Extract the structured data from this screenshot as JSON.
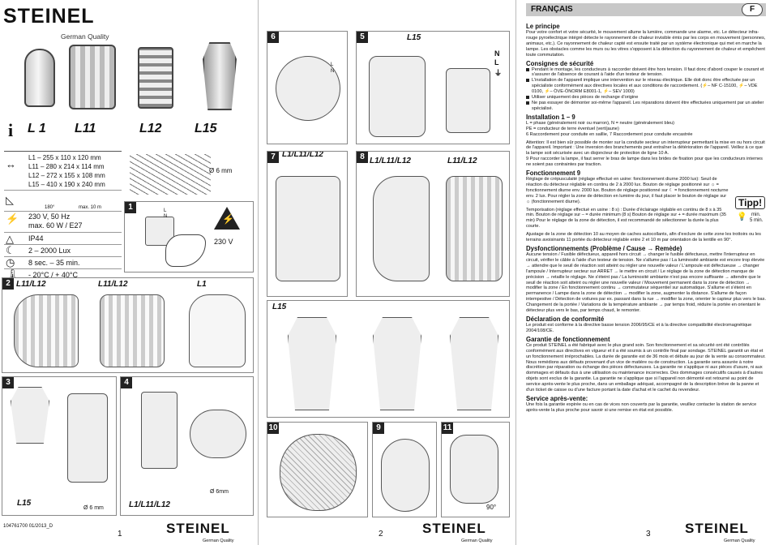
{
  "brand": {
    "name": "STEINEL",
    "tagline": "German Quality"
  },
  "page1": {
    "info_icon": "i",
    "models": [
      "L 1",
      "L11",
      "L12",
      "L15"
    ],
    "dimensions": [
      "L1 – 255 x 110 x 120 mm",
      "L11 – 280 x 214 x 114 mm",
      "L12 – 272 x 155 x 108 mm",
      "L15 – 410 x 190 x 240 mm"
    ],
    "angle": "180°",
    "range": "max. 10 m",
    "power": [
      "230 V, 50 Hz",
      "max. 60 W / E27"
    ],
    "ip": "IP44",
    "lux": "2 – 2000 Lux",
    "time": "8 sec. – 35 min.",
    "temp": "- 20°C / + 40°C",
    "drill": "Ø 6 mm",
    "voltage": "230 V",
    "step1_labels": [
      "L",
      "N"
    ],
    "step2_labels": [
      "L11/L12",
      "L11/L12",
      "L1"
    ],
    "step3_label": "L15",
    "step3_drill": "Ø 6 mm",
    "step4_label": "L1/L11/L12",
    "step4_drill": "Ø 6mm",
    "doc_code": "104761700  01/2013_D",
    "page_number": "1"
  },
  "page2": {
    "step6_sublabels": [
      "L",
      "N"
    ],
    "step5_label": "L15",
    "step5_wires": [
      "N",
      "L",
      "⏚"
    ],
    "step7_label": "L1/L11/L12",
    "step8_label_left": "L1/L11/L12",
    "step8_label_right": "L11/L12",
    "l15_label": "L15",
    "angle_90": "90°",
    "page_number": "2",
    "steps": [
      "1",
      "2",
      "3",
      "4",
      "5",
      "6",
      "7",
      "8",
      "9",
      "10",
      "11"
    ]
  },
  "page3": {
    "lang": "FRANÇAIS",
    "lang_code": "F",
    "tipp": "Tipp!",
    "tipp_values": [
      "min.",
      "5 min."
    ],
    "sections": [
      {
        "h": "Le principe",
        "p": [
          "Pour votre confort et votre sécurité, le mouvement allume la lumière, commande une alarme, etc. Le détecteur infra-rouge pyroélectrique intégré détecte le rayonnement de chaleur invisible émis par les corps en mouvement (personnes, animaux, etc.). Ce rayonnement de chaleur capté est ensuite traité par un système électronique qui met en marche la lampe. Les obstacles comme les murs ou les vitres s'opposent à la détection du rayonnement de chaleur et empêchent toute commutation."
        ]
      },
      {
        "h": "Consignes de sécurité",
        "b": [
          "Pendant le montage, les conducteurs à raccorder doivent être hors tension. Il faut donc d'abord couper le courant et s'assurer de l'absence de courant à l'aide d'un testeur de tension.",
          "L'installation de l'appareil implique une intervention sur le réseau électrique. Elle doit donc être effectuée par un spécialiste conformément aux directives locales et aux conditions de raccordement. (⚡– NF C-15100, ⚡– VDE 0100, ⚡– ÖVE-ÖNORM E8001-1, ⚡– SEV 1000)",
          "Utiliser uniquement des pièces de rechange d'origine",
          "Ne pas essayer de démonter soi-même l'appareil. Les réparations doivent être effectuées uniquement par un atelier spécialisé."
        ]
      },
      {
        "h": "Installation 1 – 9",
        "p": [
          "L = phase (généralement noir ou marron), N = neutre (généralement bleu)",
          "PE = conducteur de terre éventuel (vert/jaune)",
          "6 Raccordement pour conduite en saillie, 7 Raccordement pour conduite encastrée",
          "Attention: Il est bien sûr possible de monter sur la conduite secteur un interrupteur permettant la mise en ou hors circuit de l'appareil. Important : Une inversion des branchements peut entraîner la détérioration de l'appareil. Veillez à ce que la lampe soit sécurisée avec un disjoncteur de protection de ligne 10 A.",
          "9 Pour raccorder la lampe, il faut serrer le bras de lampe dans les brides de fixation pour que les conducteurs internes ne soient pas contraintes par traction."
        ]
      },
      {
        "h": "Fonctionnement 9",
        "p": [
          "Réglage de crépusculaité (réglage effectué en usine: fonctionnement diurne 2000 lux): Seuil de réaction du détecteur réglable en continu de 2 à 2000 lux. Bouton de réglage positionné sur ☼ = fonctionnement diurne env. 2000 lux. Bouton de réglage positionné sur ☾ = fonctionnement nocturne env. 2 lux. Pour régler la zone de détection en lumière du jour, il faut placer le bouton de réglage sur ☼ (fonctionnement diurne).",
          "Temporisation (réglage effectué en usine : 8 s) : Durée d'éclairage réglable en continu de 8 s à 35 min. Bouton de réglage sur – = durée minimum (8 s) Bouton de réglage sur + = durée maximum (35 min) Pour le réglage de la zone de détection, il est recommandé de sélectionner la durée la plus courte.",
          "Ajustage de la zone de détection 10 au moyen de caches autocollants, afin d'exclure de cette zone les trottoirs ou les terrains avoisinants 11 portée du détecteur réglable entre 2 et 10 m par orientation de la lentille en 90°."
        ]
      },
      {
        "h": "Dysfonctionnements (Problème / Cause → Remède)",
        "p": [
          "Aucune tension / Fusible défectueux, appareil hors circuit → changer le fusible défectueux, mettre l'interrupteur en circuit, vérifier le câble à l'aide d'un testeur de tension. Ne s'allume pas / La luminosité ambiante est encore trop élevée → attendre que le seuil de réaction soit atteint ou régler une nouvelle valeur / L'ampoule est défectueuse → changer l'ampoule / Interrupteur secteur sur ARRET → le mettre en circuit / Le réglage de la zone de détection manque de précision → retaille le réglage. Ne s'éteint pas / La luminosité ambiante n'est pas encore suffisante → attendre que le seuil de réaction soit atteint ou régler une nouvelle valeur / Mouvement permanent dans la zone de détection → modifier la zone / En fonctionnement continu → commutateur séquentiel sur automatique. S'allume et s'éteint en permanence / Lampe dans la zone de détection → modifier la zone, augmenter la distance. S'allume de façon intempestive / Détection de voitures par ex. passant dans la rue → modifier la zone, orienter le capteur plus vers le bas. Changement de la portée / Variations de la température ambiante → par temps froid, réduire la portée en orientant le détecteur plus vers le bas, par temps chaud, le remonter."
        ]
      },
      {
        "h": "Déclaration de conformité",
        "p": [
          "Le produit est conforme à la directive basse tension 2006/95/CE et à la directive compatibilité électromagnétique 2004/108/CE."
        ]
      },
      {
        "h": "Garantie de fonctionnement",
        "p": [
          "Ce produit STEINEL a été fabriqué avec le plus grand soin. Son fonctionnement et sa sécurité ont été contrôlés conformément aux directives en vigueur et il a été soumis à un contrôle final par sondage. STEINEL garantit un état et un fonctionnement irréprochables. La durée de garantie est de 36 mois et débute au jour de la vente au consommateur. Nous remédions aux défauts provenant d'un vice de matière ou de construction. La garantie sera assurée à notre discrétion par réparation ou échange des pièces défectueuses. La garantie ne s'applique ni aux pièces d'usure, ni aux dommages et défauts dus à une utilisation ou maintenance incorrectes. Des dommages consécutifs causés à d'autres objets sont exclus de la garantie. La garantie ne s'applique que si l'appareil non démonté est retourné au point de service après-vente le plus proche, dans un emballage adéquat, accompagné de la description brève de la panne et d'un ticket de caisse ou d'une facture portant la date d'achat et le cachet du revendeur."
        ]
      },
      {
        "h": "Service après-vente:",
        "p": [
          "Une fois la garantie expirée ou en cas de vices non couverts par la garantie, veuillez contacter la station de service après-vente la plus proche pour savoir si une remise en état est possible."
        ]
      }
    ],
    "page_number": "3"
  }
}
